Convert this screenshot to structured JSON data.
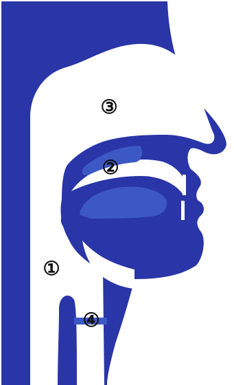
{
  "markers": {
    "m1": "①",
    "m2": "②",
    "m3": "③",
    "m4": "④"
  },
  "colors": {
    "tissue": "#2a35a8",
    "tissue_light": "#3c58c4",
    "background": "#ffffff"
  },
  "icons": {
    "figure": "sagittal-head-section"
  }
}
